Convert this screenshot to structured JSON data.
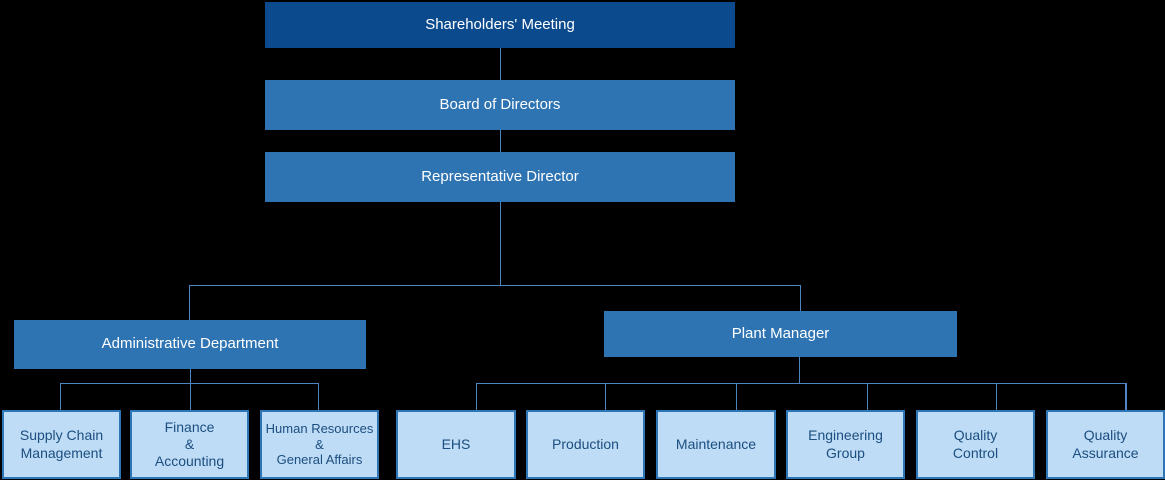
{
  "colors": {
    "background": "#000000",
    "level1_fill": "#0c4a8e",
    "level2_fill": "#2e73b2",
    "leaf_fill": "#bedcf5",
    "leaf_border": "#2e75b6",
    "leaf_text": "#1c4e80",
    "box_text": "#ffffff",
    "connector": "#4e86c4"
  },
  "nodes": {
    "shareholders_meeting": {
      "label": "Shareholders' Meeting"
    },
    "board_of_directors": {
      "label": "Board of Directors"
    },
    "representative_director": {
      "label": "Representative Director"
    },
    "administrative_department": {
      "label": "Administrative Department"
    },
    "plant_manager": {
      "label": "Plant Manager"
    },
    "supply_chain_management": {
      "label": "Supply Chain\nManagement"
    },
    "finance_accounting": {
      "label": "Finance\n&\nAccounting"
    },
    "human_resources_general_affairs": {
      "label": "Human Resources\n&\nGeneral Affairs"
    },
    "ehs": {
      "label": "EHS"
    },
    "production": {
      "label": "Production"
    },
    "maintenance": {
      "label": "Maintenance"
    },
    "engineering_group": {
      "label": "Engineering\nGroup"
    },
    "quality_control": {
      "label": "Quality\nControl"
    },
    "quality_assurance": {
      "label": "Quality\nAssurance"
    }
  },
  "hierarchy": {
    "shareholders_meeting": [
      "board_of_directors"
    ],
    "board_of_directors": [
      "representative_director"
    ],
    "representative_director": [
      "administrative_department",
      "plant_manager"
    ],
    "administrative_department": [
      "supply_chain_management",
      "finance_accounting",
      "human_resources_general_affairs"
    ],
    "plant_manager": [
      "ehs",
      "production",
      "maintenance",
      "engineering_group",
      "quality_control",
      "quality_assurance"
    ]
  }
}
